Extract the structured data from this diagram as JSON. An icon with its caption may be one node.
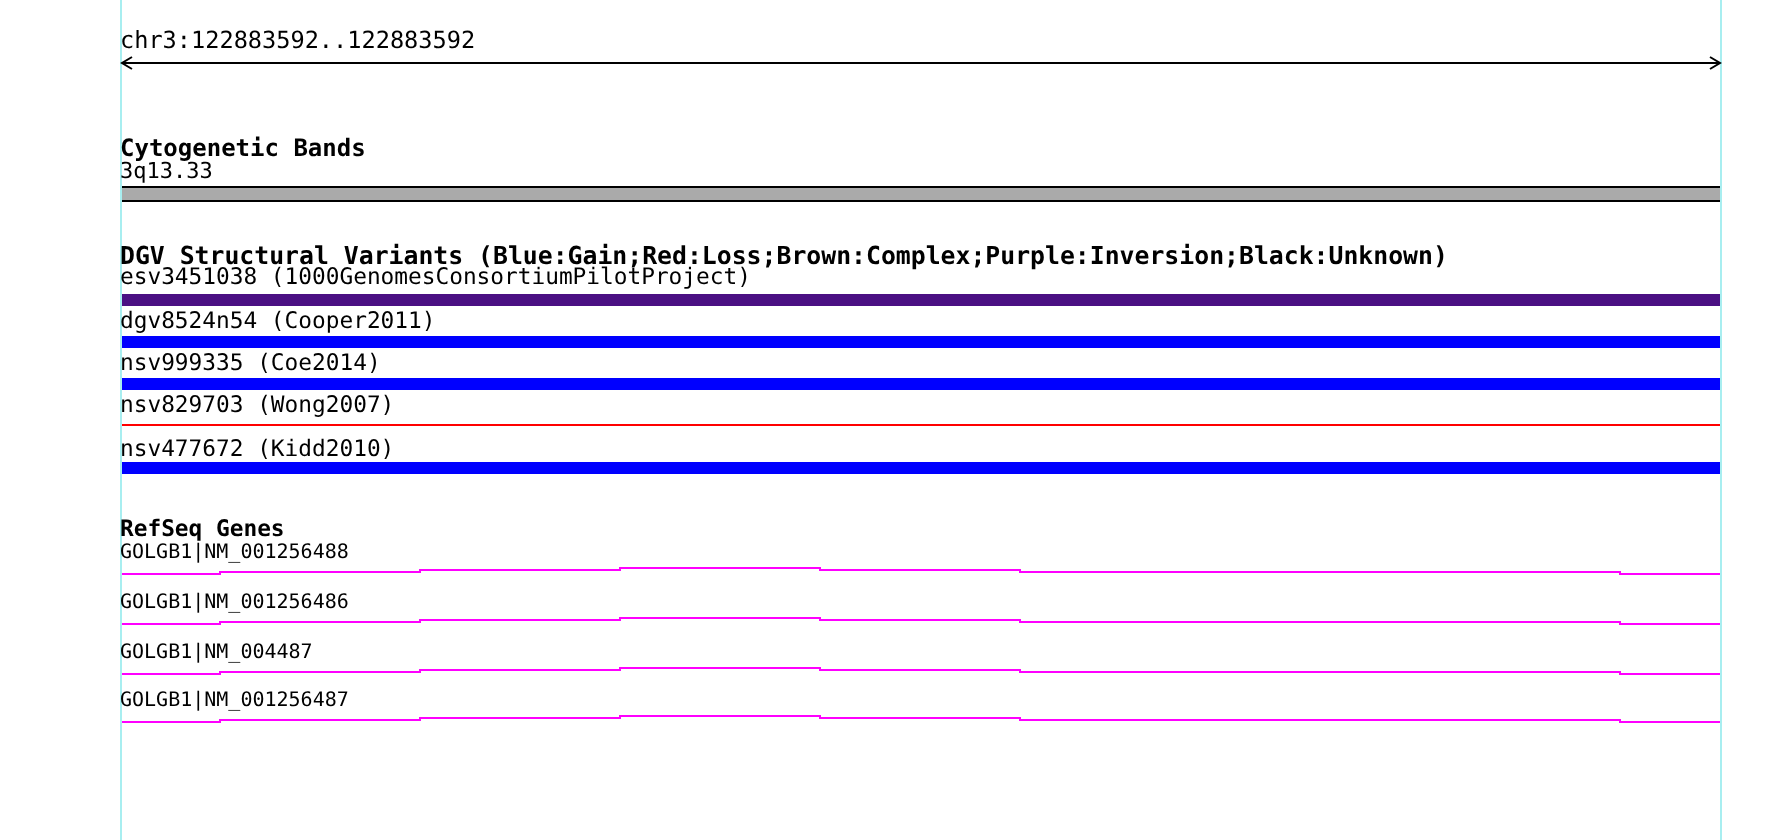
{
  "diagram": {
    "labels": [
      "chr3:122883592..122883592",
      "Cytogenetic Bands",
      "3q13.33",
      "DGV Structural Variants (Blue:Gain;Red:Loss;Brown:Complex;Purple:Inversion;Black:Unknown)",
      "esv3451038 (1000GenomesConsortiumPilotProject)",
      "dgv8524n54 (Cooper2011)",
      "nsv999335 (Coe2014)",
      "nsv829703 (Wong2007)",
      "nsv477672 (Kidd2010)",
      "RefSeq Genes",
      "GOLGB1|NM_001256488",
      "GOLGB1|NM_001256486",
      "GOLGB1|NM_004487",
      "GOLGB1|NM_001256487"
    ]
  }
}
